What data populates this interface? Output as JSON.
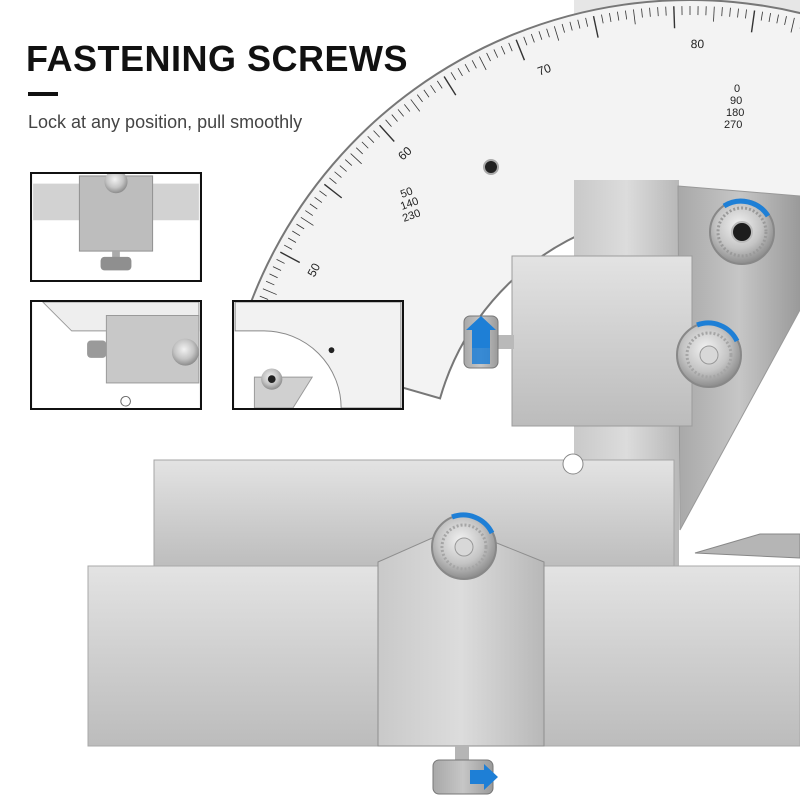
{
  "headline": "FASTENING SCREWS",
  "tagline": "Lock at any position, pull smoothly",
  "protractor": {
    "major_labels": [
      {
        "value": "50",
        "angle": 208
      },
      {
        "value": "60",
        "angle": 228
      },
      {
        "value": "70",
        "angle": 250
      },
      {
        "value": "80",
        "angle": 271
      }
    ],
    "tick_start_angle": 196,
    "tick_end_angle": 300,
    "tick_step": 1,
    "stacked_left": [
      "50",
      "140",
      "230"
    ],
    "stacked_right": [
      "0",
      "90",
      "180",
      "270"
    ]
  },
  "colors": {
    "accent_blue": "#1e7fd6",
    "steel_light": "#d9d9d9",
    "steel_mid": "#bdbdbd",
    "steel_dark": "#8f8f8f",
    "outline": "#111111"
  },
  "icons": [
    "knurled-screw-icon",
    "direction-arrow-icon"
  ]
}
